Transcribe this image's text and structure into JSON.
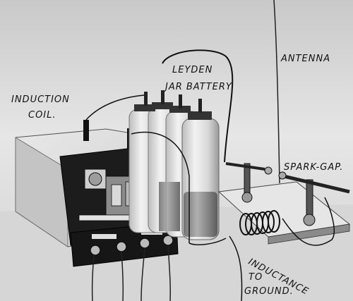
{
  "labels": {
    "induction": "INDUCTION",
    "coil": "COIL.",
    "leyden": "LEYDEN",
    "jar_battery": "JAR BATTERY",
    "antenna": "ANTENNA",
    "spark_gap": "SPARK-GAP.",
    "inductance": "INDUCTANCE",
    "to": "TO",
    "ground": "GROUND."
  }
}
